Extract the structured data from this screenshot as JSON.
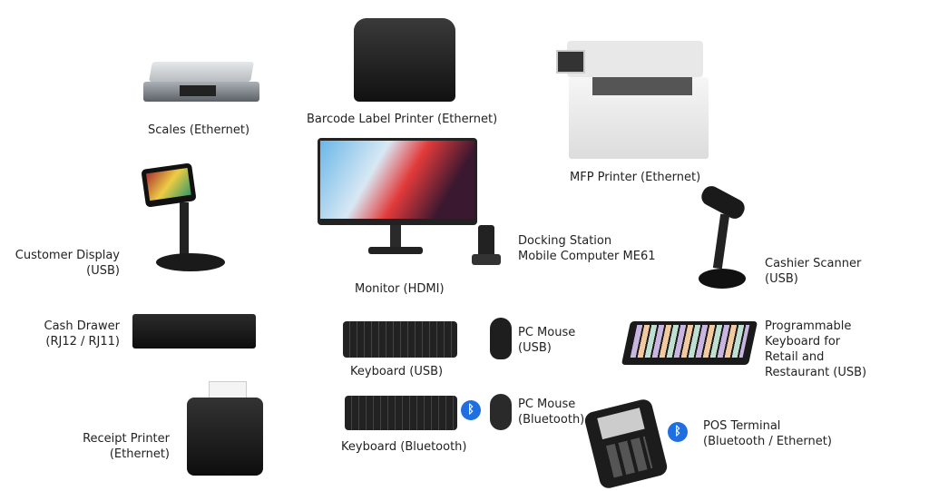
{
  "devices": {
    "scales": {
      "l1": "Scales (Ethernet)"
    },
    "barcode": {
      "l1": "Barcode Label Printer (Ethernet)"
    },
    "mfp": {
      "l1": "MFP Printer (Ethernet)"
    },
    "customer_display": {
      "l1": "Customer Display",
      "l2": "(USB)"
    },
    "monitor": {
      "l1": "Monitor (HDMI)"
    },
    "docking": {
      "l1": "Docking Station",
      "l2": "Mobile Computer ME61"
    },
    "scanner": {
      "l1": "Cashier Scanner",
      "l2": "(USB)"
    },
    "cash_drawer": {
      "l1": "Cash Drawer",
      "l2": "(RJ12 / RJ11)"
    },
    "keyboard_usb": {
      "l1": "Keyboard (USB)"
    },
    "mouse_usb": {
      "l1": "PC Mouse",
      "l2": "(USB)"
    },
    "prog_keyboard": {
      "l1": "Programmable",
      "l2": "Keyboard for",
      "l3": "Retail and",
      "l4": "Restaurant (USB)"
    },
    "receipt": {
      "l1": "Receipt Printer",
      "l2": "(Ethernet)"
    },
    "keyboard_bt": {
      "l1": "Keyboard (Bluetooth)"
    },
    "mouse_bt": {
      "l1": "PC Mouse",
      "l2": "(Bluetooth)"
    },
    "pos_terminal": {
      "l1": "POS Terminal",
      "l2": "(Bluetooth / Ethernet)"
    }
  },
  "icons": {
    "bluetooth": "bluetooth-icon",
    "accent": "#1f6fe0"
  }
}
